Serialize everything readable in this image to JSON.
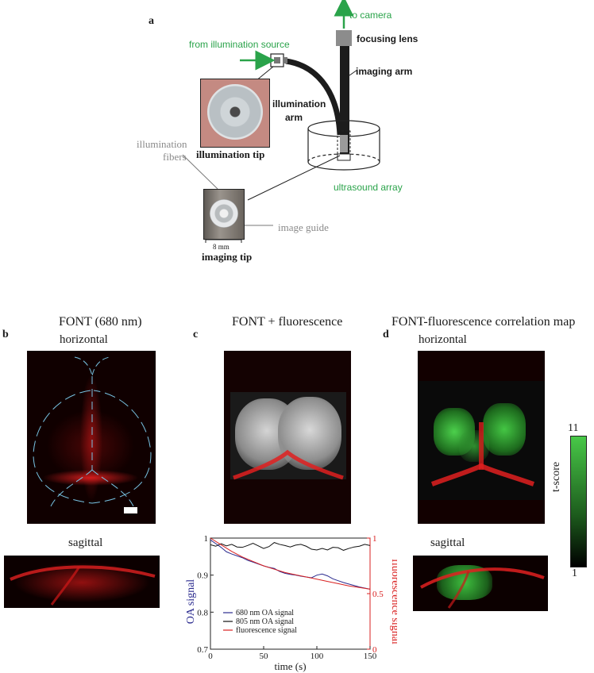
{
  "panel_a": {
    "letter": "a",
    "to_camera": "to camera",
    "focusing_lens": "focusing lens",
    "from_illumination_source": "from illumination source",
    "imaging_arm": "imaging arm",
    "illumination_arm_line1": "illumination",
    "illumination_arm_line2": "arm",
    "illumination_tip": "illumination tip",
    "illumination_fibers_line1": "illumination",
    "illumination_fibers_line2": "fibers",
    "ultrasound_array": "ultrasound array",
    "image_guide": "image guide",
    "scale_8mm": "8 mm",
    "imaging_tip": "imaging tip"
  },
  "panel_b": {
    "letter": "b",
    "title": "FONT (680 nm)",
    "horizontal": "horizontal",
    "sagittal": "sagittal"
  },
  "panel_c": {
    "letter": "c",
    "title": "FONT + fluorescence"
  },
  "panel_d": {
    "letter": "d",
    "title": "FONT-fluorescence correlation map",
    "horizontal": "horizontal",
    "sagittal": "sagittal",
    "colorbar_label": "t-score",
    "colorbar_max": "11",
    "colorbar_min": "1"
  },
  "colors": {
    "green_label": "#2aa34a",
    "oa680": "#2b2b8f",
    "oa805": "#111111",
    "fluor": "#d92020"
  },
  "chart_data": {
    "type": "line",
    "xlabel": "time (s)",
    "ylabel_left": "OA signal",
    "ylabel_right": "fluorescence signal",
    "xlim": [
      0,
      150
    ],
    "ylim_left": [
      0.7,
      1.0
    ],
    "ylim_right": [
      0,
      1
    ],
    "x_ticks": [
      "0",
      "50",
      "100",
      "150"
    ],
    "y_left_ticks": [
      "0.7",
      "0.8",
      "0.9",
      "1"
    ],
    "y_right_ticks": [
      "0",
      "0.5",
      "1"
    ],
    "legend": [
      "680 nm OA signal",
      "805 nm OA signal",
      "fluorescence signal"
    ],
    "series": [
      {
        "name": "680 nm OA signal",
        "axis": "left",
        "color": "#2b2b8f",
        "x": [
          0,
          5,
          10,
          15,
          20,
          25,
          30,
          35,
          40,
          45,
          50,
          55,
          60,
          65,
          70,
          75,
          80,
          85,
          90,
          95,
          100,
          105,
          110,
          115,
          120,
          125,
          130,
          135,
          140,
          145,
          150
        ],
        "y": [
          0.995,
          0.985,
          0.975,
          0.963,
          0.957,
          0.952,
          0.947,
          0.94,
          0.935,
          0.93,
          0.925,
          0.921,
          0.918,
          0.91,
          0.905,
          0.902,
          0.9,
          0.897,
          0.895,
          0.893,
          0.9,
          0.903,
          0.898,
          0.89,
          0.885,
          0.88,
          0.876,
          0.872,
          0.868,
          0.865,
          0.862
        ]
      },
      {
        "name": "805 nm OA signal",
        "axis": "left",
        "color": "#111111",
        "x": [
          0,
          5,
          10,
          15,
          20,
          25,
          30,
          35,
          40,
          45,
          50,
          55,
          60,
          65,
          70,
          75,
          80,
          85,
          90,
          95,
          100,
          105,
          110,
          115,
          120,
          125,
          130,
          135,
          140,
          145,
          150
        ],
        "y": [
          0.982,
          0.978,
          0.985,
          0.979,
          0.983,
          0.976,
          0.975,
          0.98,
          0.986,
          0.979,
          0.972,
          0.977,
          0.988,
          0.983,
          0.98,
          0.976,
          0.981,
          0.983,
          0.978,
          0.97,
          0.968,
          0.972,
          0.968,
          0.975,
          0.974,
          0.967,
          0.972,
          0.976,
          0.978,
          0.983,
          0.98
        ]
      },
      {
        "name": "fluorescence signal",
        "axis": "right",
        "color": "#d92020",
        "x": [
          0,
          10,
          20,
          30,
          40,
          50,
          60,
          70,
          80,
          90,
          100,
          110,
          120,
          130,
          140,
          150
        ],
        "y": [
          1.0,
          0.94,
          0.88,
          0.83,
          0.79,
          0.75,
          0.72,
          0.69,
          0.67,
          0.65,
          0.63,
          0.61,
          0.59,
          0.57,
          0.555,
          0.54
        ]
      }
    ]
  }
}
